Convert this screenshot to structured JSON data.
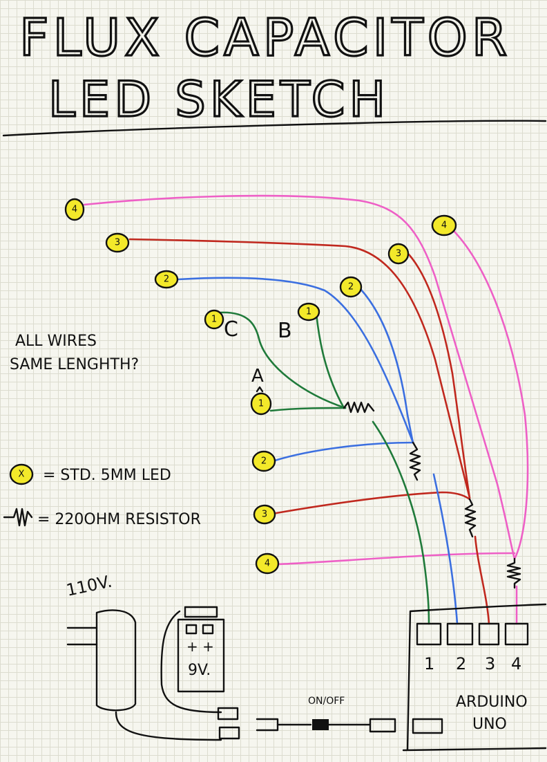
{
  "title": {
    "line1": "FLUX CAPACITOR",
    "line2": "LED SKETCH"
  },
  "note": {
    "line1": "ALL WIRES",
    "line2": "SAME LENGHTH?"
  },
  "group_labels": {
    "a": "A",
    "b": "B",
    "c": "C"
  },
  "legend": {
    "led_symbol": "X",
    "led_text": "= STD. 5MM LED",
    "resistor_text": "= 220OHM RESISTOR"
  },
  "power": {
    "wall_label": "110V.",
    "battery_plus": "+ +",
    "battery_label": "9V.",
    "switch_label": "ON/OFF"
  },
  "arduino": {
    "label_line1": "ARDUINO",
    "label_line2": "UNO",
    "pins": [
      "1",
      "2",
      "3",
      "4"
    ]
  },
  "leds": [
    {
      "id": "led-4-top-left",
      "num": "4"
    },
    {
      "id": "led-3-top-left",
      "num": "3"
    },
    {
      "id": "led-2-top-left",
      "num": "2"
    },
    {
      "id": "led-1-c",
      "num": "1"
    },
    {
      "id": "led-1-b",
      "num": "1"
    },
    {
      "id": "led-2-mid",
      "num": "2"
    },
    {
      "id": "led-3-mid",
      "num": "3"
    },
    {
      "id": "led-4-right",
      "num": "4"
    },
    {
      "id": "led-1-a",
      "num": "1"
    },
    {
      "id": "led-2-a",
      "num": "2"
    },
    {
      "id": "led-3-a",
      "num": "3"
    },
    {
      "id": "led-4-a",
      "num": "4"
    },
    {
      "id": "legend-led",
      "num": "X"
    }
  ],
  "colors": {
    "pin1_wire": "#1f7a3a",
    "pin2_wire": "#3b6fe0",
    "pin3_wire": "#c0281e",
    "pin4_wire": "#ee5fc6",
    "led_fill": "#f3e92a",
    "ink": "#111111"
  }
}
